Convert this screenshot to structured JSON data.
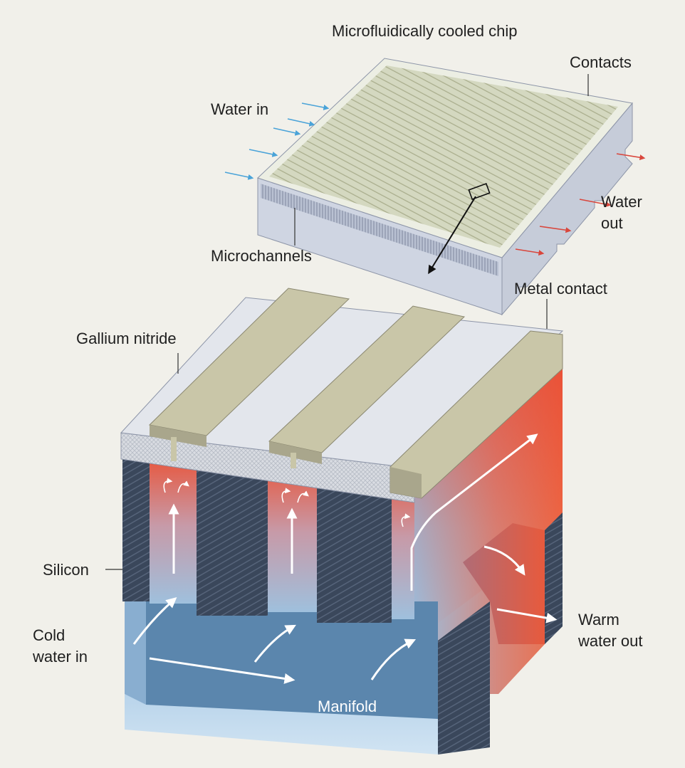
{
  "labels": {
    "title": "Microfluidically cooled chip",
    "contacts": "Contacts",
    "water_in": "Water in",
    "water_out": "Water\nout",
    "microchannels": "Microchannels",
    "metal_contact": "Metal contact",
    "gallium_nitride": "Gallium nitride",
    "silicon": "Silicon",
    "cold_water_in": "Cold\nwater in",
    "warm_water_out": "Warm\nwater out",
    "manifold": "Manifold"
  },
  "colors": {
    "background": "#f1f0ea",
    "contact_metal": "#c9c6a8",
    "silicon": "#3d4b60",
    "cold_water": "#a9cbe6",
    "manifold_water": "#5b86ad",
    "warm_water": "#e8553b",
    "gallium_nitride": "#e3e6ec",
    "arrow_in": "#4aa3d8",
    "arrow_out": "#d9463c"
  }
}
